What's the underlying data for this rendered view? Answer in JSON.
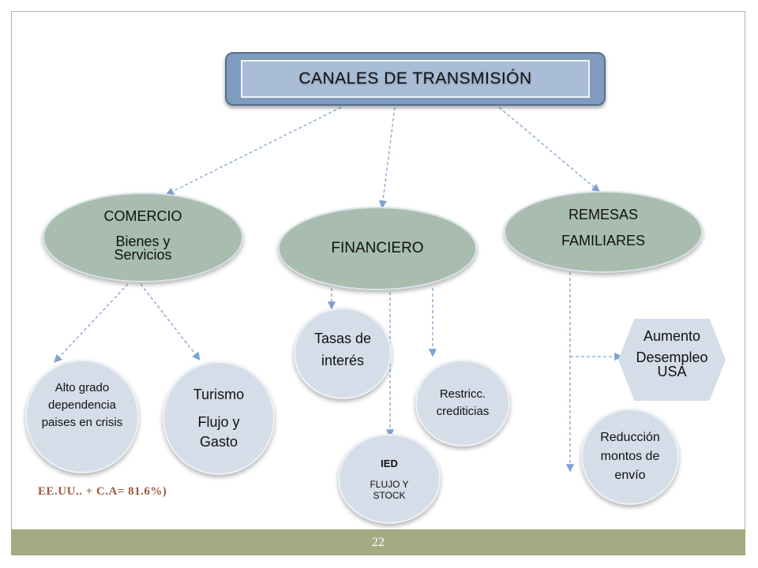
{
  "title": "CANALES DE TRANSMISIÓN",
  "channels": {
    "comercio": {
      "line1": "COMERCIO",
      "line2": "Bienes y",
      "line3": "Servicios"
    },
    "financiero": {
      "label": "FINANCIERO"
    },
    "remesas": {
      "line1": "REMESAS",
      "line2": "FAMILIARES"
    }
  },
  "comercio_children": {
    "alto_grado": {
      "line1": "Alto grado",
      "line2": "dependencia",
      "line3": "paises en crisis"
    },
    "turismo": {
      "line1": "Turismo",
      "line2": "Flujo y",
      "line3": "Gasto"
    }
  },
  "financiero_children": {
    "tasas": {
      "line1": "Tasas de",
      "line2": "interés"
    },
    "restricc": {
      "line1": "Restricc.",
      "line2": "crediticias"
    },
    "ied": {
      "line1": "IED",
      "line2": "FLUJO Y",
      "line3": "STOCK"
    }
  },
  "remesas_children": {
    "aumento": {
      "line1": "Aumento",
      "line2": "Desempleo",
      "line3": "USA"
    },
    "reduccion": {
      "line1": "Reducción",
      "line2": "montos de",
      "line3": "envío"
    }
  },
  "note": "EE.UU.. + C.A= 81.6%)",
  "page_number": "22",
  "colors": {
    "title_fill": "#7f9bbd",
    "title_inner": "#a9bdd6",
    "ellipse_fill": "#a8bcb0",
    "circle_fill": "#d5dde8",
    "connector": "#7fa3d0",
    "footer": "#a2ab82",
    "note": "#9b5a3e"
  }
}
